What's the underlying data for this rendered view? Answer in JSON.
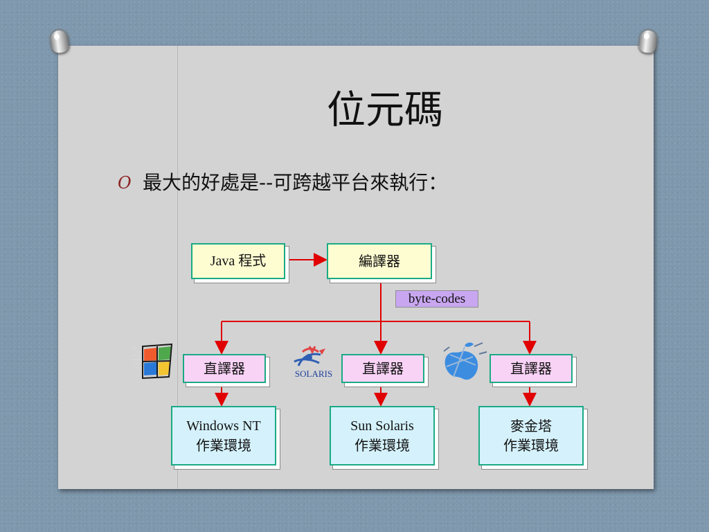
{
  "slide": {
    "title": "位元碼",
    "bullet": "最大的好處是--可跨越平台來執行："
  },
  "diagram": {
    "source_box": "Java 程式",
    "compiler_box": "編譯器",
    "bytecode_label": "byte-codes",
    "interpreter_label": "直譯器",
    "environments": [
      {
        "line1": "Windows NT",
        "line2": "作業環境"
      },
      {
        "line1": "Sun Solaris",
        "line2": "作業環境"
      },
      {
        "line1": "麥金塔",
        "line2": "作業環境"
      }
    ]
  },
  "logos": {
    "windows": "windows-logo",
    "solaris": "SOLARIS",
    "mac": "mac-logo"
  },
  "colors": {
    "background": "#7f98ad",
    "slide": "#d3d3d4",
    "box_border": "#19aa84",
    "yellow_fill": "#fefdd2",
    "pink_fill": "#f9d3f6",
    "blue_fill": "#d5f2fc",
    "arrow": "#e00000",
    "badge": "#c8a6f0",
    "bullet": "#8b2020"
  }
}
